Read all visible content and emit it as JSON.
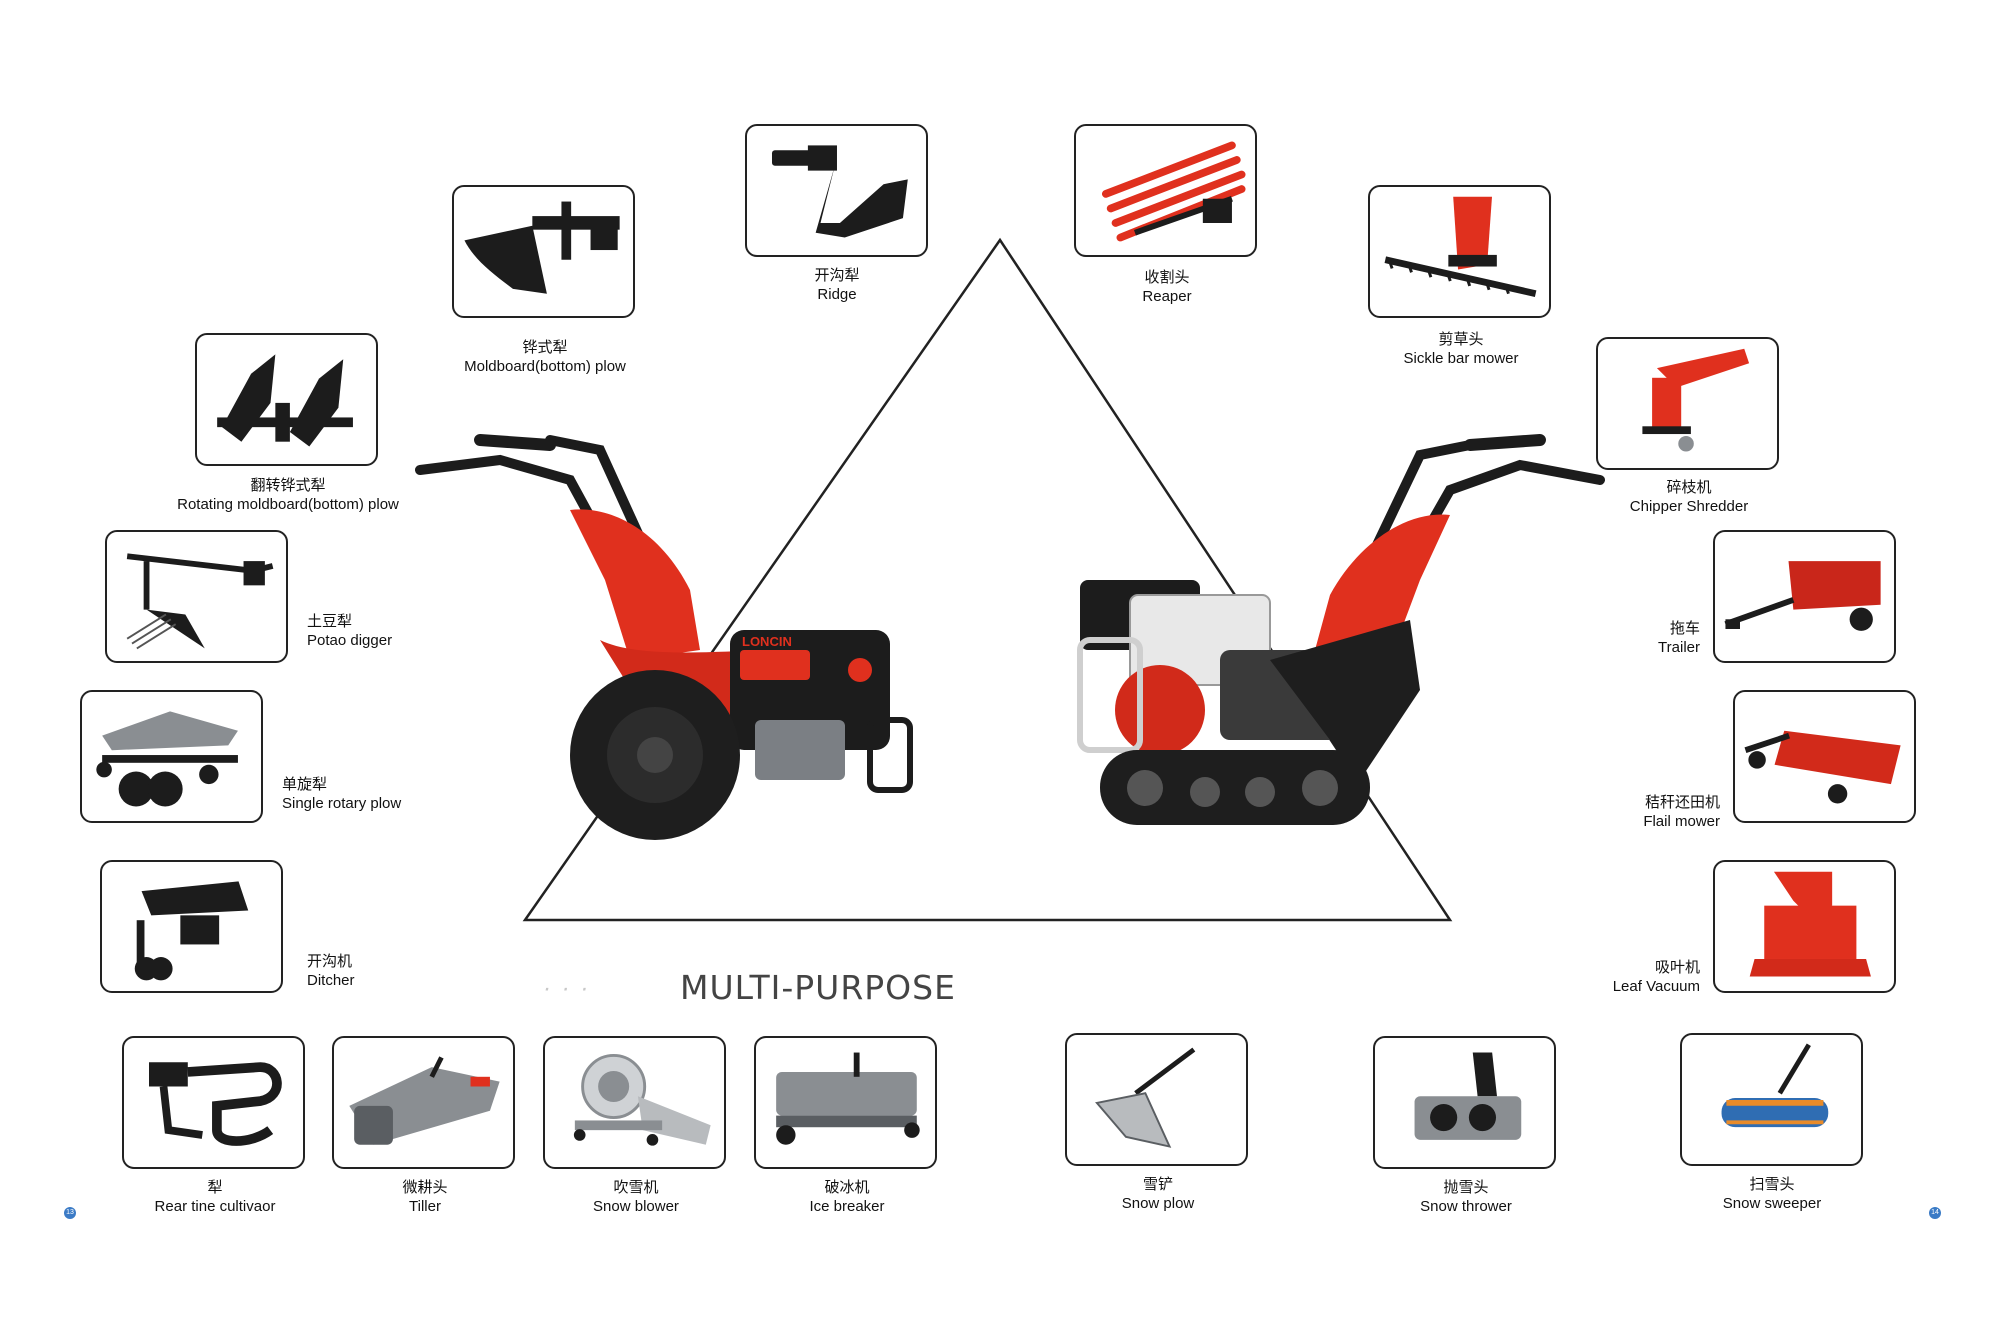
{
  "headline": "MULTI-PURPOSE",
  "faded_text": "· · ·",
  "page_numbers": {
    "left": "13",
    "right": "14"
  },
  "colors": {
    "accent_red": "#e0301e",
    "dark": "#1c1c1c",
    "gray": "#8a8e92",
    "page_dot": "#3b7bc6"
  },
  "machines": [
    {
      "brand": "LONCIN"
    }
  ],
  "attachments": [
    {
      "zh": "开沟犁",
      "en": "Ridge",
      "icon": "ridge-plow-icon"
    },
    {
      "zh": "铧式犁",
      "en": "Moldboard(bottom) plow",
      "icon": "moldboard-plow-icon"
    },
    {
      "zh": "翻转铧式犁",
      "en": "Rotating moldboard(bottom) plow",
      "icon": "rotating-plow-icon"
    },
    {
      "zh": "土豆犁",
      "en": "Potao digger",
      "icon": "potato-digger-icon"
    },
    {
      "zh": "单旋犁",
      "en": "Single rotary plow",
      "icon": "rotary-plow-icon"
    },
    {
      "zh": "开沟机",
      "en": "Ditcher",
      "icon": "ditcher-icon"
    },
    {
      "zh": "犁",
      "en": "Rear tine cultivaor",
      "icon": "cultivator-icon"
    },
    {
      "zh": "微耕头",
      "en": "Tiller",
      "icon": "tiller-icon"
    },
    {
      "zh": "吹雪机",
      "en": "Snow  blower",
      "icon": "snow-blower-icon"
    },
    {
      "zh": "破冰机",
      "en": "Ice breaker",
      "icon": "ice-breaker-icon"
    },
    {
      "zh": "收割头",
      "en": "Reaper",
      "icon": "reaper-icon"
    },
    {
      "zh": "剪草头",
      "en": "Sickle bar mower",
      "icon": "sickle-mower-icon"
    },
    {
      "zh": "碎枝机",
      "en": "Chipper  Shredder",
      "icon": "chipper-icon"
    },
    {
      "zh": "拖车",
      "en": "Trailer",
      "icon": "trailer-icon"
    },
    {
      "zh": "秸秆还田机",
      "en": "Flail mower",
      "icon": "flail-mower-icon"
    },
    {
      "zh": "吸叶机",
      "en": "Leaf Vacuum",
      "icon": "leaf-vacuum-icon"
    },
    {
      "zh": "雪铲",
      "en": "Snow plow",
      "icon": "snow-plow-icon"
    },
    {
      "zh": "抛雪头",
      "en": "Snow thrower",
      "icon": "snow-thrower-icon"
    },
    {
      "zh": "扫雪头",
      "en": "Snow sweeper",
      "icon": "snow-sweeper-icon"
    }
  ]
}
